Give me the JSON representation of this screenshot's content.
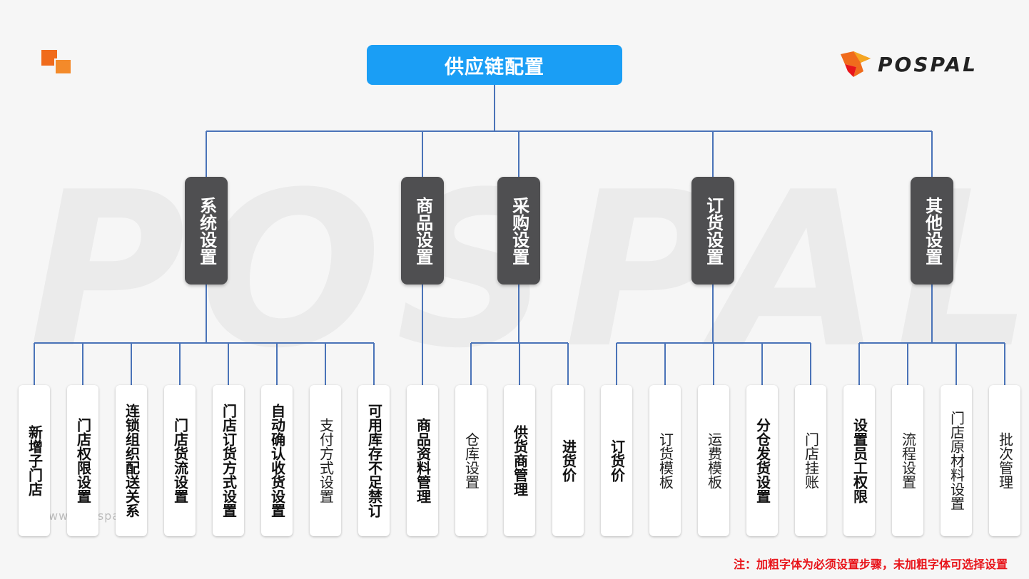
{
  "root": {
    "label": "供应链配置"
  },
  "brand": {
    "name": "POSPAL",
    "watermark": "POSPAL",
    "url_watermark": "www.pospal.cn"
  },
  "colors": {
    "root": "#1a9ef5",
    "category": "#4f4f51",
    "connector": "#4a73b8",
    "note": "#e8141a",
    "accent": "#f06b1c"
  },
  "categories": [
    {
      "label": "系统设置",
      "children": [
        {
          "label": "新增子门店",
          "bold": true
        },
        {
          "label": "门店权限设置",
          "bold": true
        },
        {
          "label": "连锁组织配送关系",
          "bold": true
        },
        {
          "label": "门店货流设置",
          "bold": true
        },
        {
          "label": "门店订货方式设置",
          "bold": true
        },
        {
          "label": "自动确认收货设置",
          "bold": true
        },
        {
          "label": "支付方式设置",
          "bold": false
        },
        {
          "label": "可用库存不足禁订",
          "bold": true
        }
      ]
    },
    {
      "label": "商品设置",
      "children": [
        {
          "label": "商品资料管理",
          "bold": true
        }
      ]
    },
    {
      "label": "采购设置",
      "children": [
        {
          "label": "仓库设置",
          "bold": false
        },
        {
          "label": "供货商管理",
          "bold": true
        },
        {
          "label": "进货价",
          "bold": true
        }
      ]
    },
    {
      "label": "订货设置",
      "children": [
        {
          "label": "订货价",
          "bold": true
        },
        {
          "label": "订货模板",
          "bold": false
        },
        {
          "label": "运费模板",
          "bold": false
        },
        {
          "label": "分仓发货设置",
          "bold": true
        },
        {
          "label": "门店挂账",
          "bold": false
        }
      ]
    },
    {
      "label": "其他设置",
      "children": [
        {
          "label": "设置员工权限",
          "bold": true
        },
        {
          "label": "流程设置",
          "bold": false
        },
        {
          "label": "门店原材料设置",
          "bold": false
        },
        {
          "label": "批次管理",
          "bold": false
        }
      ]
    }
  ],
  "note": "注：加粗字体为必须设置步骤，未加粗字体可选择设置"
}
